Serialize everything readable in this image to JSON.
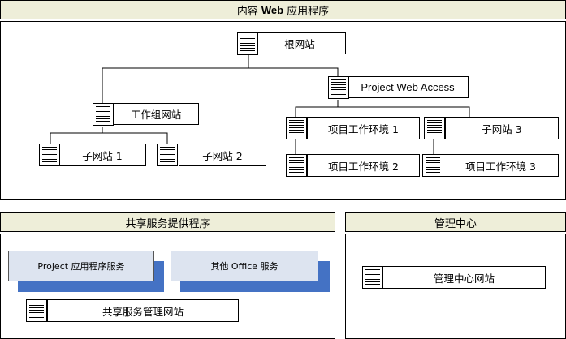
{
  "content_web_app": {
    "header": {
      "pre": "内容",
      "web": "Web",
      "post": "应用程序"
    },
    "root_site": "根网站",
    "project_web_access": "Project Web Access",
    "team_site": "工作组网站",
    "subsite_1": "子网站 1",
    "subsite_2": "子网站 2",
    "workspace_1": "项目工作环境 1",
    "workspace_2": "项目工作环境 2",
    "workspace_3": "项目工作环境 3",
    "pwa_subsite_3": "子网站 3"
  },
  "shared_services": {
    "header": "共享服务提供程序",
    "project_service": "Project 应用程序服务",
    "other_office_service": "其他 Office 服务",
    "admin_site": "共享服务管理网站"
  },
  "central_admin": {
    "header": "管理中心",
    "site": "管理中心网站"
  },
  "colors": {
    "header_bg": "#eeeed9",
    "service_bg": "#dde4f0",
    "service_shadow": "#4472c4"
  },
  "icon_names": [
    "document-icon"
  ]
}
